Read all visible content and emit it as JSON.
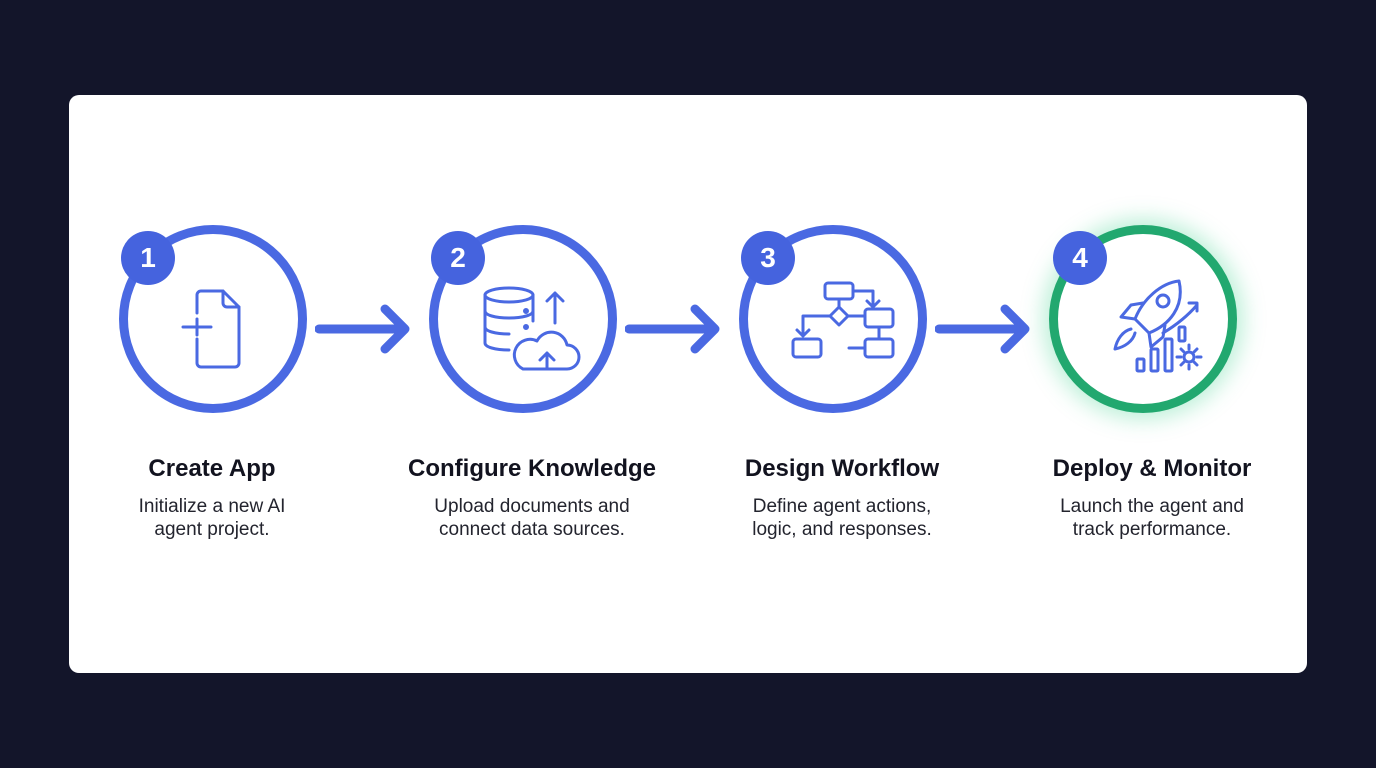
{
  "colors": {
    "background": "#13152a",
    "card": "#ffffff",
    "accent_blue": "#4a69e2",
    "badge_blue": "#4563de",
    "accent_green": "#22a86f",
    "title_text": "#12131f",
    "desc_text": "#23242e"
  },
  "steps": [
    {
      "number": "1",
      "title": "Create App",
      "description": "Initialize a new AI\nagent project.",
      "icon": "new-file-icon",
      "ring": "blue"
    },
    {
      "number": "2",
      "title": "Configure Knowledge",
      "description": "Upload documents and\nconnect data sources.",
      "icon": "database-cloud-upload-icon",
      "ring": "blue"
    },
    {
      "number": "3",
      "title": "Design Workflow",
      "description": "Define agent actions,\nlogic, and responses.",
      "icon": "flowchart-icon",
      "ring": "blue"
    },
    {
      "number": "4",
      "title": "Deploy & Monitor",
      "description": "Launch the agent and\ntrack performance.",
      "icon": "rocket-analytics-icon",
      "ring": "green"
    }
  ]
}
